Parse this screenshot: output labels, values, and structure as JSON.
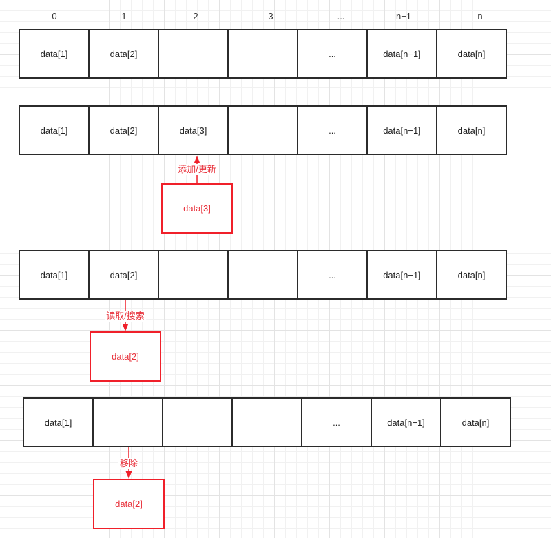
{
  "indices": [
    "0",
    "1",
    "2",
    "3",
    "...",
    "n−1",
    "n"
  ],
  "rows": [
    {
      "cells": [
        "data[1]",
        "data[2]",
        "",
        "",
        "...",
        "data[n−1]",
        "data[n]"
      ]
    },
    {
      "cells": [
        "data[1]",
        "data[2]",
        "data[3]",
        "",
        "...",
        "data[n−1]",
        "data[n]"
      ]
    },
    {
      "cells": [
        "data[1]",
        "data[2]",
        "",
        "",
        "...",
        "data[n−1]",
        "data[n]"
      ]
    },
    {
      "cells": [
        "data[1]",
        "",
        "",
        "",
        "...",
        "data[n−1]",
        "data[n]"
      ]
    }
  ],
  "operations": [
    {
      "label": "添加/更新",
      "element": "data[3]"
    },
    {
      "label": "读取/搜索",
      "element": "data[2]"
    },
    {
      "label": "移除",
      "element": "data[2]"
    }
  ],
  "colors": {
    "cell_border": "#2b2b2b",
    "highlight": "#f0202a",
    "highlight_text": "#e8303a"
  }
}
